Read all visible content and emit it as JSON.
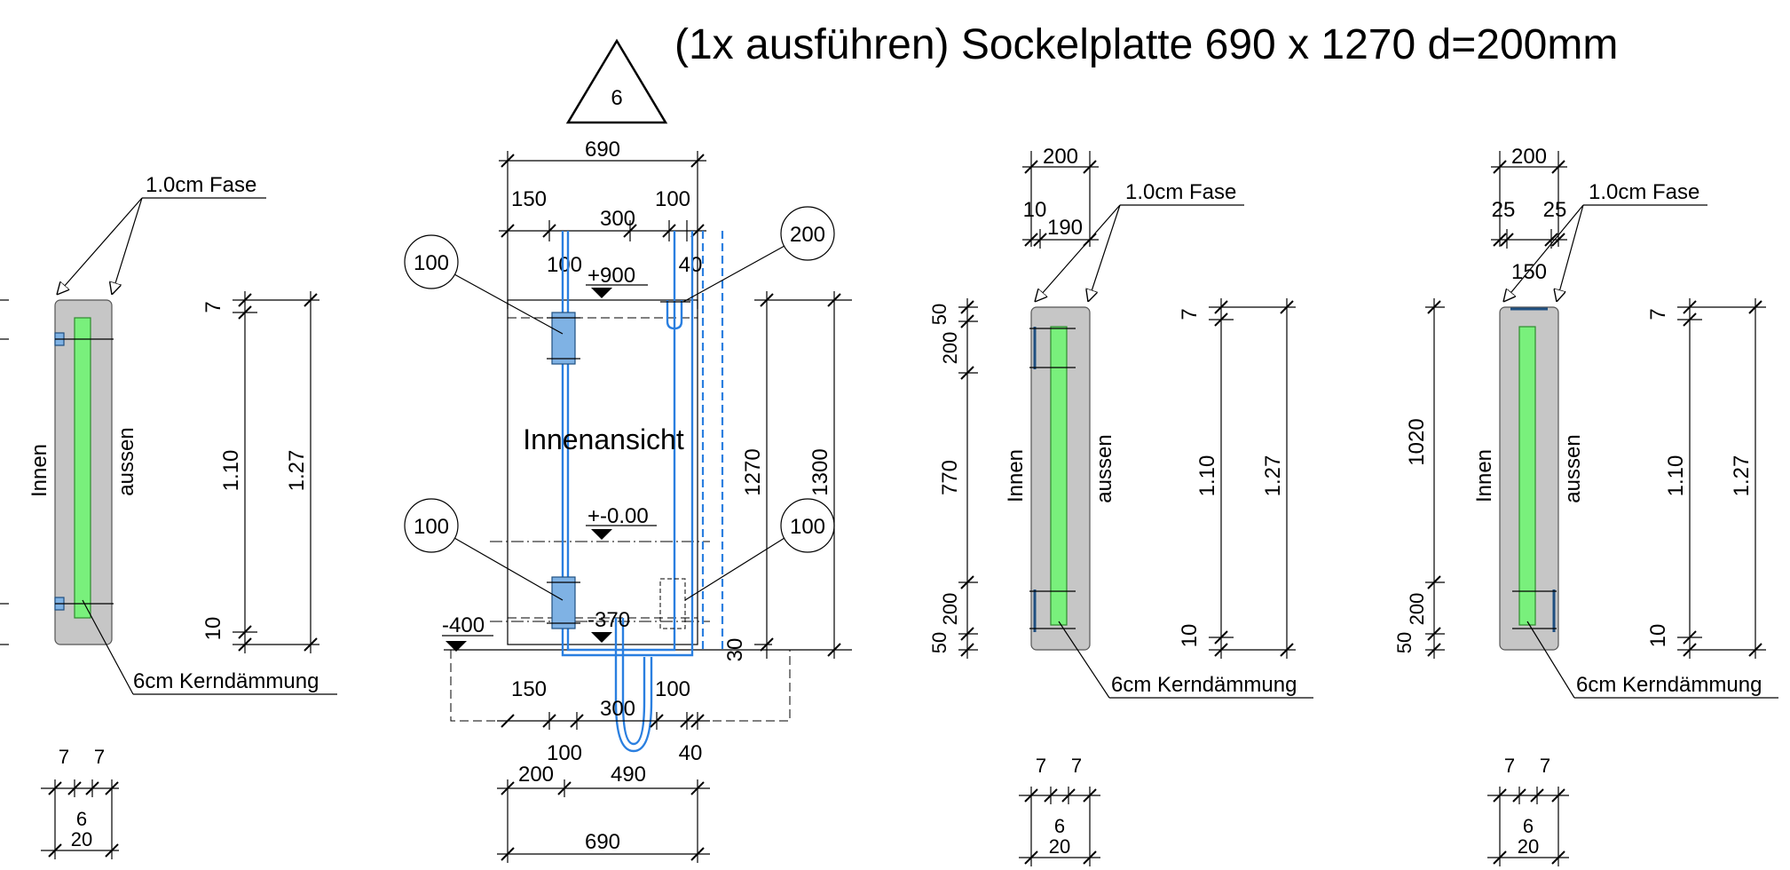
{
  "title": "(1x ausführen) Sockelplatte 690 x 1270 d=200mm",
  "marker": "6",
  "section1": {
    "fase": "1.0cm Fase",
    "inner": "Innen",
    "outer": "aussen",
    "kern": "6cm Kerndämmung",
    "dims": {
      "d7": "7",
      "d110": "1.10",
      "d127": "1.27",
      "d10": "10"
    },
    "bottom": {
      "a": "7",
      "b": "7",
      "c": "6",
      "d": "20"
    }
  },
  "elevation": {
    "label": "Innenansicht",
    "top": {
      "total": "690",
      "a": "150",
      "b": "300",
      "c": "100",
      "d": "100",
      "e": "40"
    },
    "bubbles": {
      "tl": "100",
      "tr": "200",
      "bl": "100",
      "br": "100"
    },
    "levels": {
      "l900": "+900",
      "l0": "+-0.00",
      "l370": "-370",
      "l400": "-400"
    },
    "right": {
      "h1270": "1270",
      "h1300": "1300",
      "h30": "30"
    },
    "bottom": {
      "a": "150",
      "b": "300",
      "c": "100",
      "d": "100",
      "e": "40",
      "f": "200",
      "g": "490",
      "total": "690"
    }
  },
  "section2": {
    "top": {
      "w200": "200",
      "a": "10",
      "b": "190"
    },
    "fase": "1.0cm Fase",
    "inner": "Innen",
    "outer": "aussen",
    "kern": "6cm Kerndämmung",
    "left": {
      "a": "50",
      "b": "200",
      "c": "770",
      "d": "200",
      "e": "50"
    },
    "dims": {
      "d7": "7",
      "d110": "1.10",
      "d127": "1.27",
      "d10": "10"
    },
    "bottom": {
      "a": "7",
      "b": "7",
      "c": "6",
      "d": "20"
    }
  },
  "section3": {
    "top": {
      "w200": "200",
      "a": "25",
      "b": "25",
      "c": "150"
    },
    "fase": "1.0cm Fase",
    "inner": "Innen",
    "outer": "aussen",
    "kern": "6cm Kerndämmung",
    "left": {
      "a": "1020",
      "b": "200",
      "c": "50"
    },
    "dims": {
      "d7": "7",
      "d110": "1.10",
      "d127": "1.27",
      "d10": "10"
    },
    "bottom": {
      "a": "7",
      "b": "7",
      "c": "6",
      "d": "20"
    }
  }
}
